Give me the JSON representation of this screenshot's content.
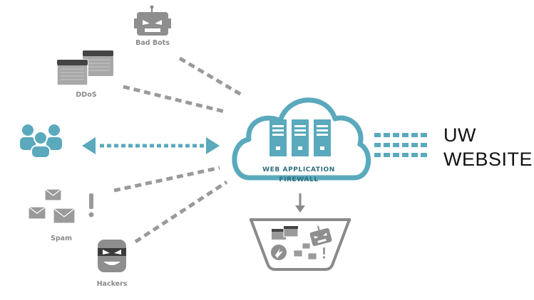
{
  "threats": {
    "bad_bots": "Bad Bots",
    "ddos": "DDoS",
    "spam": "Spam",
    "hackers": "Hackers"
  },
  "firewall": {
    "line1": "WEB  APPLICATION",
    "line2": "FIREWALL"
  },
  "website": {
    "line1": "UW",
    "line2": "WEBSITE"
  },
  "colors": {
    "teal": "#5aa9bd",
    "gray": "#9a9a9a",
    "dark_gray": "#555555"
  }
}
